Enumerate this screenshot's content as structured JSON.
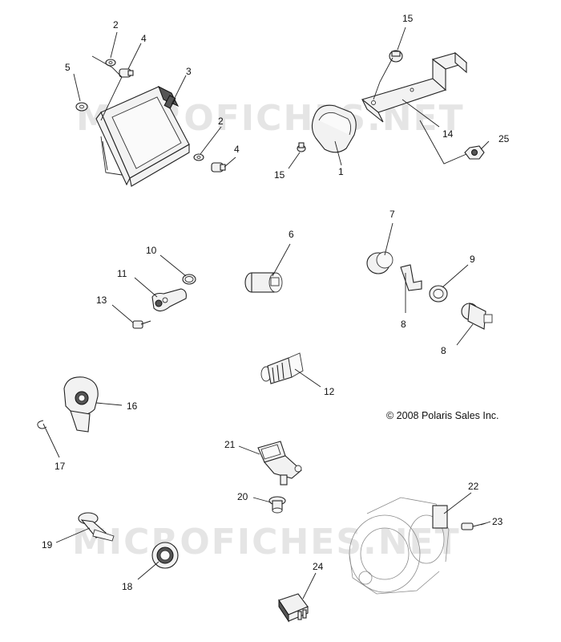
{
  "watermark": "MICROFICHES.NET",
  "copyright": "© 2008 Polaris Sales Inc.",
  "callouts": {
    "c1": "1",
    "c2a": "2",
    "c2b": "2",
    "c3": "3",
    "c4a": "4",
    "c4b": "4",
    "c5": "5",
    "c6": "6",
    "c7": "7",
    "c8a": "8",
    "c8b": "8",
    "c9": "9",
    "c10": "10",
    "c11": "11",
    "c12": "12",
    "c13": "13",
    "c14": "14",
    "c15a": "15",
    "c15b": "15",
    "c16": "16",
    "c17": "17",
    "c18": "18",
    "c19": "19",
    "c20": "20",
    "c21": "21",
    "c22": "22",
    "c23": "23",
    "c24": "24",
    "c25": "25"
  }
}
